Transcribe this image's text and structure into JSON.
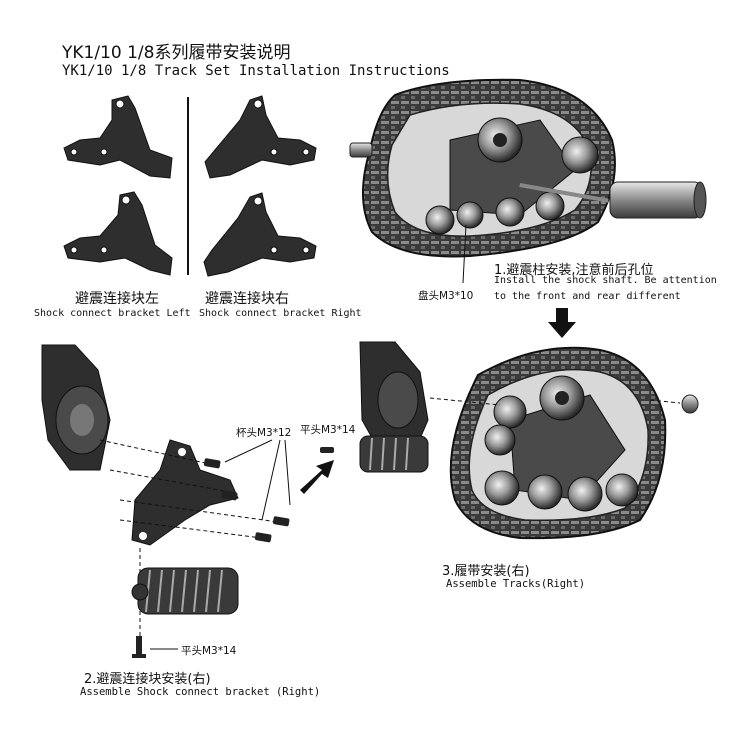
{
  "header": {
    "title_cn": "YK1/10 1/8系列履带安装说明",
    "title_en": "YK1/10 1/8 Track Set Installation Instructions"
  },
  "brackets": {
    "left_cn": "避震连接块左",
    "left_en": "Shock connect bracket Left",
    "right_cn": "避震连接块右",
    "right_en": "Shock connect bracket Right"
  },
  "step1": {
    "title_cn": "1.避震柱安装,注意前后孔位",
    "line1_en": "Install the shock shaft. Be attention",
    "line2_en": "to the front and rear different",
    "screw_label": "盘头M3*10"
  },
  "step2": {
    "title_cn": "2.避震连接块安装(右)",
    "title_en": "Assemble Shock connect bracket (Right)",
    "screw_cap": "杯头M3*12",
    "screw_flat_top": "平头M3*14",
    "screw_flat_bottom": "平头M3*14"
  },
  "step3": {
    "title_cn": "3.履带安装(右)",
    "title_en": "Assemble Tracks(Right)"
  },
  "colors": {
    "part_dark": "#2a2a2a",
    "part_mid": "#555555",
    "part_light": "#9a9a9a",
    "background": "#ffffff"
  }
}
